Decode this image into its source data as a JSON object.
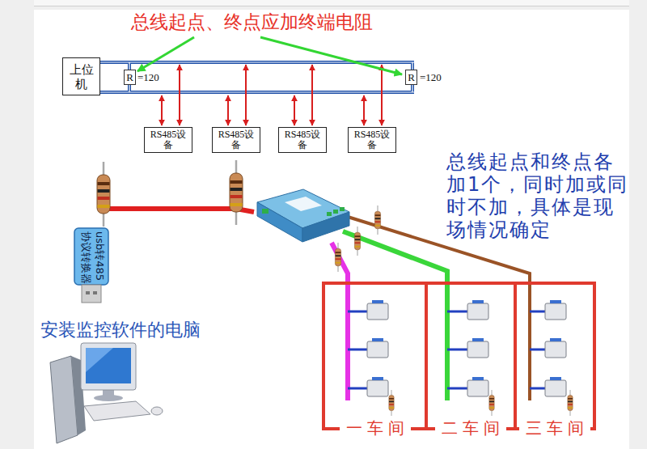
{
  "diagram": {
    "nodes": [
      {
        "text": [
          "上位机"
        ]
      },
      {
        "text": [
          "R"
        ]
      },
      {
        "text": [
          "R"
        ]
      },
      {
        "text": [
          "RS485设备"
        ]
      },
      {
        "text": [
          "RS485设备"
        ]
      },
      {
        "text": [
          "RS485设备"
        ]
      },
      {
        "text": [
          "RS485设备"
        ]
      },
      {
        "text": [
          "一车间"
        ]
      },
      {
        "text": [
          "二车间"
        ]
      },
      {
        "text": [
          "三车间"
        ]
      }
    ],
    "labels": [
      "总线起点、终点应加终端电阻",
      "=120",
      "=120",
      "总线起点和终点各加1个，同时加或同时不加，具体是现场情况确定",
      "usb转485",
      "协议转换器",
      "安装监控软件的电脑"
    ]
  }
}
